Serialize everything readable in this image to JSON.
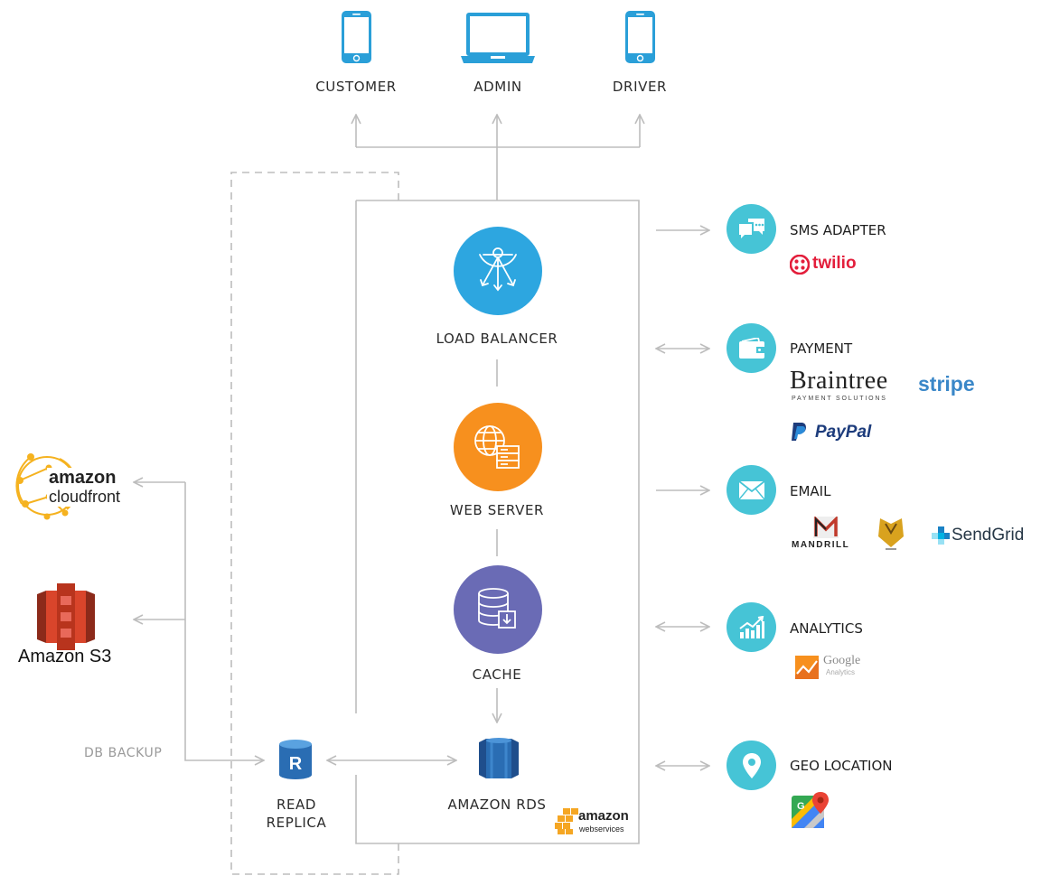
{
  "clients": {
    "customer": "CUSTOMER",
    "admin": "ADMIN",
    "driver": "DRIVER"
  },
  "core": {
    "load_balancer": "LOAD BALANCER",
    "web_server": "WEB SERVER",
    "cache": "CACHE",
    "amazon_rds": "AMAZON RDS",
    "read_replica_1": "READ",
    "read_replica_2": "REPLICA",
    "db_backup": "DB BACKUP",
    "aws_logo_1": "amazon",
    "aws_logo_2": "webservices"
  },
  "storage": {
    "cloudfront_1": "amazon",
    "cloudfront_2": "cloudfront",
    "s3": "Amazon S3"
  },
  "services": {
    "sms": {
      "title": "SMS ADAPTER",
      "providers": [
        "twilio"
      ]
    },
    "payment": {
      "title": "PAYMENT",
      "providers": [
        "Braintree",
        "PAYMENT SOLUTIONS",
        "stripe",
        "PayPal"
      ]
    },
    "email": {
      "title": "EMAIL",
      "providers": [
        "MANDRILL",
        "SendGrid"
      ]
    },
    "analytics": {
      "title": "ANALYTICS",
      "providers": [
        "Google",
        "Analytics"
      ]
    },
    "geo": {
      "title": "GEO LOCATION"
    }
  },
  "colors": {
    "line": "#bdbdbd",
    "phone_blue": "#2a9fd8",
    "load_balancer": "#2da6e0",
    "web_server": "#f7901e",
    "cache": "#6a6bb5",
    "service_teal": "#46c4d6",
    "rds_blue": "#2a6db3",
    "twilio_red": "#e31e3b",
    "stripe_blue": "#3a87c8",
    "paypal_navy": "#1d3c7c",
    "sendgrid_blue": "#1a82c5",
    "s3_red": "#d9452b",
    "cloudfront_yellow": "#f5b21f"
  }
}
